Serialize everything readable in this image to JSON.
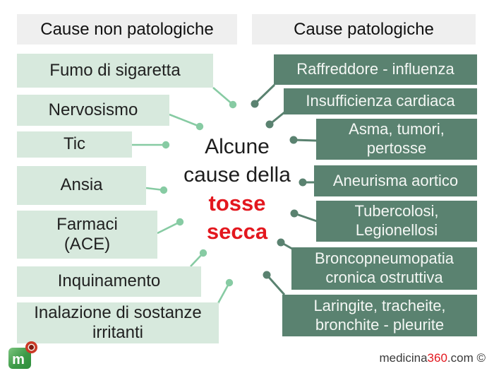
{
  "headers": {
    "left": "Cause non patologiche",
    "right": "Cause patologiche"
  },
  "center": {
    "line1": "Alcune",
    "line2": "cause della",
    "highlight1": "tosse",
    "highlight2": "secca"
  },
  "non_pathological": [
    {
      "label": "Fumo di sigaretta"
    },
    {
      "label": "Nervosismo"
    },
    {
      "label": "Tic"
    },
    {
      "label": "Ansia"
    },
    {
      "label": "Farmaci\n(ACE)"
    },
    {
      "label": "Inquinamento"
    },
    {
      "label": "Inalazione di sostanze\nirritanti"
    }
  ],
  "pathological": [
    {
      "label": "Raffreddore - influenza"
    },
    {
      "label": "Insufficienza cardiaca"
    },
    {
      "label": "Asma, tumori,\npertosse"
    },
    {
      "label": "Aneurisma aortico"
    },
    {
      "label": "Tubercolosi,\nLegionellosi"
    },
    {
      "label": "Broncopneumopatia\ncronica ostruttiva"
    },
    {
      "label": "Laringite, tracheite,\nbronchite - pleurite"
    }
  ],
  "footer": {
    "logo_letter": "m",
    "site_name": "medicina",
    "site_number": "360",
    "site_suffix": ".com",
    "copyright": " ©"
  },
  "colors": {
    "header_bg": "#efefef",
    "header_text": "#111111",
    "light_box_bg": "#d7e9dd",
    "light_box_text": "#212121",
    "dark_box_bg": "#5a8270",
    "dark_box_text": "#f4f7f4",
    "connector_light": "#87cba3",
    "connector_dark": "#5a8270",
    "highlight_red": "#e3171e",
    "center_text": "#1d1d1d",
    "footer_text": "#3a3a3a"
  }
}
